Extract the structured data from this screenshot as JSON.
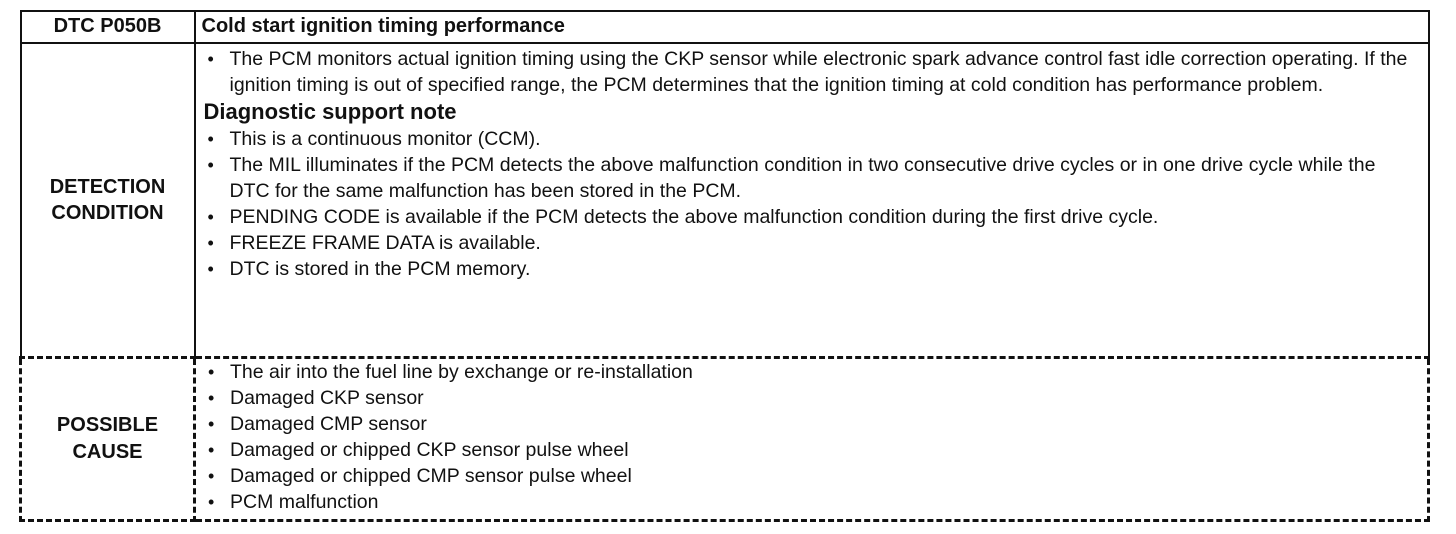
{
  "header": {
    "code": "DTC P050B",
    "title": "Cold start ignition timing performance"
  },
  "detection": {
    "label_line1": "DETECTION",
    "label_line2": "CONDITION",
    "description": "The PCM monitors actual ignition timing using the CKP sensor while electronic spark advance control fast idle correction operating. If the ignition timing is out of specified range, the PCM determines that the ignition timing at cold condition has performance problem.",
    "support_heading": "Diagnostic support note",
    "support_items": [
      "This is a continuous monitor (CCM).",
      "The MIL illuminates if the PCM detects the above malfunction condition in two consecutive drive cycles or in one drive cycle while the DTC for the same malfunction has been stored in the PCM.",
      "PENDING CODE is available if the PCM detects the above malfunction condition during the first drive cycle.",
      "FREEZE FRAME DATA is available.",
      "DTC is stored in the PCM memory."
    ]
  },
  "cause": {
    "label_line1": "POSSIBLE",
    "label_line2": "CAUSE",
    "items": [
      "The air into the fuel line by exchange or re-installation",
      "Damaged CKP sensor",
      "Damaged CMP sensor",
      "Damaged or chipped CKP sensor pulse wheel",
      "Damaged or chipped CMP sensor pulse wheel",
      "PCM malfunction"
    ]
  },
  "bullet_glyph": "•"
}
